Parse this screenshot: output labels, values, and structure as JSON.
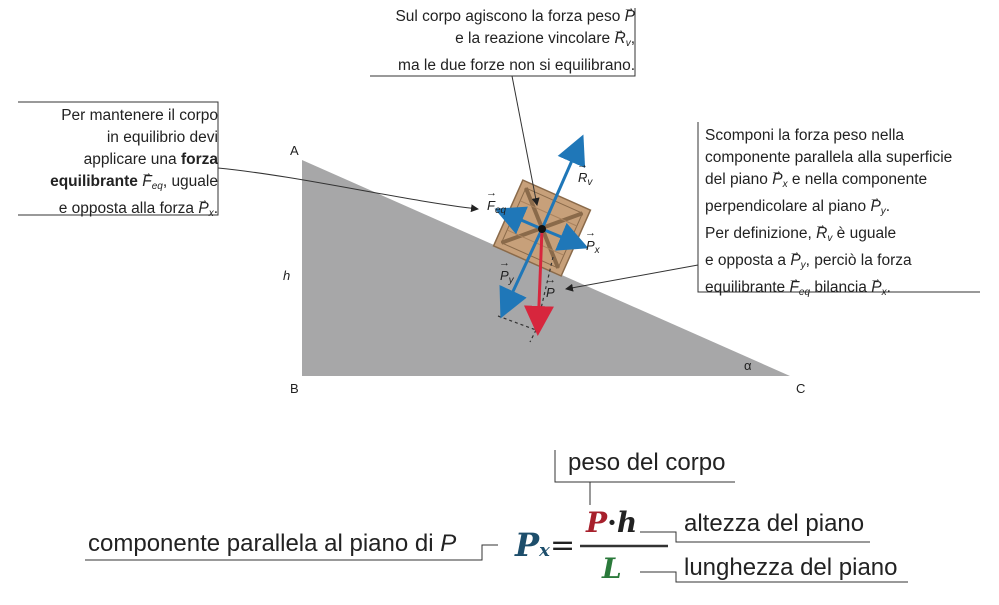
{
  "vertices": {
    "A": "A",
    "B": "B",
    "C": "C",
    "h": "h",
    "alpha": "α"
  },
  "note_top": {
    "line1": "Sul corpo agiscono la forza peso ",
    "line1_vec": "P",
    "line2": "e la reazione vincolare ",
    "line2_vec": "R",
    "line2_sub": "v",
    "line2_end": ",",
    "line3": "ma le due forze non si equilibrano."
  },
  "note_left": {
    "line1": "Per mantenere il corpo",
    "line2": "in equilibrio devi",
    "line3a": "applicare una ",
    "line3b": "forza",
    "line4a": "equilibrante ",
    "line4_vec": "F",
    "line4_sub": "eq",
    "line4b": ", uguale",
    "line5a": "e opposta alla forza ",
    "line5_vec": "P",
    "line5_sub": "x",
    "line5b": "."
  },
  "note_right": {
    "line1": "Scomponi la forza peso nella",
    "line2": "componente parallela alla superficie",
    "line3a": "del piano ",
    "line3_vec": "P",
    "line3_sub": "x",
    "line3b": " e nella componente",
    "line4a": "perpendicolare al piano ",
    "line4_vec": "P",
    "line4_sub": "y",
    "line4b": ".",
    "line5a": "Per definizione, ",
    "line5_vec": "R",
    "line5_sub": "v",
    "line5b": " è uguale",
    "line6a": "e opposta a ",
    "line6_vec": "P",
    "line6_sub": "y",
    "line6b": ", perciò la forza",
    "line7a": "equilibrante ",
    "line7_vec": "F",
    "line7_sub": "eq",
    "line7b": " bilancia ",
    "line7_vec2": "P",
    "line7_sub2": "x",
    "line7c": "."
  },
  "force_labels": {
    "Rv": "R",
    "Rv_sub": "v",
    "Px": "P",
    "Px_sub": "x",
    "Py": "P",
    "Py_sub": "y",
    "P": "P",
    "Feq": "F",
    "Feq_sub": "eq"
  },
  "formula": {
    "left_label": "componente parallela al piano di ",
    "left_label_var": "P",
    "lhs": "P",
    "lhs_sub": "x",
    "equals": "=",
    "num_P": "P",
    "num_dot": "·",
    "num_h": "h",
    "den_L": "L",
    "label_top": "peso del corpo",
    "label_num": "altezza del piano",
    "label_den": "lunghezza del piano"
  },
  "colors": {
    "incline": "#a7a7a8",
    "blue_arrow": "#1f77b8",
    "red_arrow": "#d7263d",
    "formula_blue": "#1d4e6b",
    "formula_red": "#a7202c",
    "formula_green": "#2b7a3b"
  }
}
